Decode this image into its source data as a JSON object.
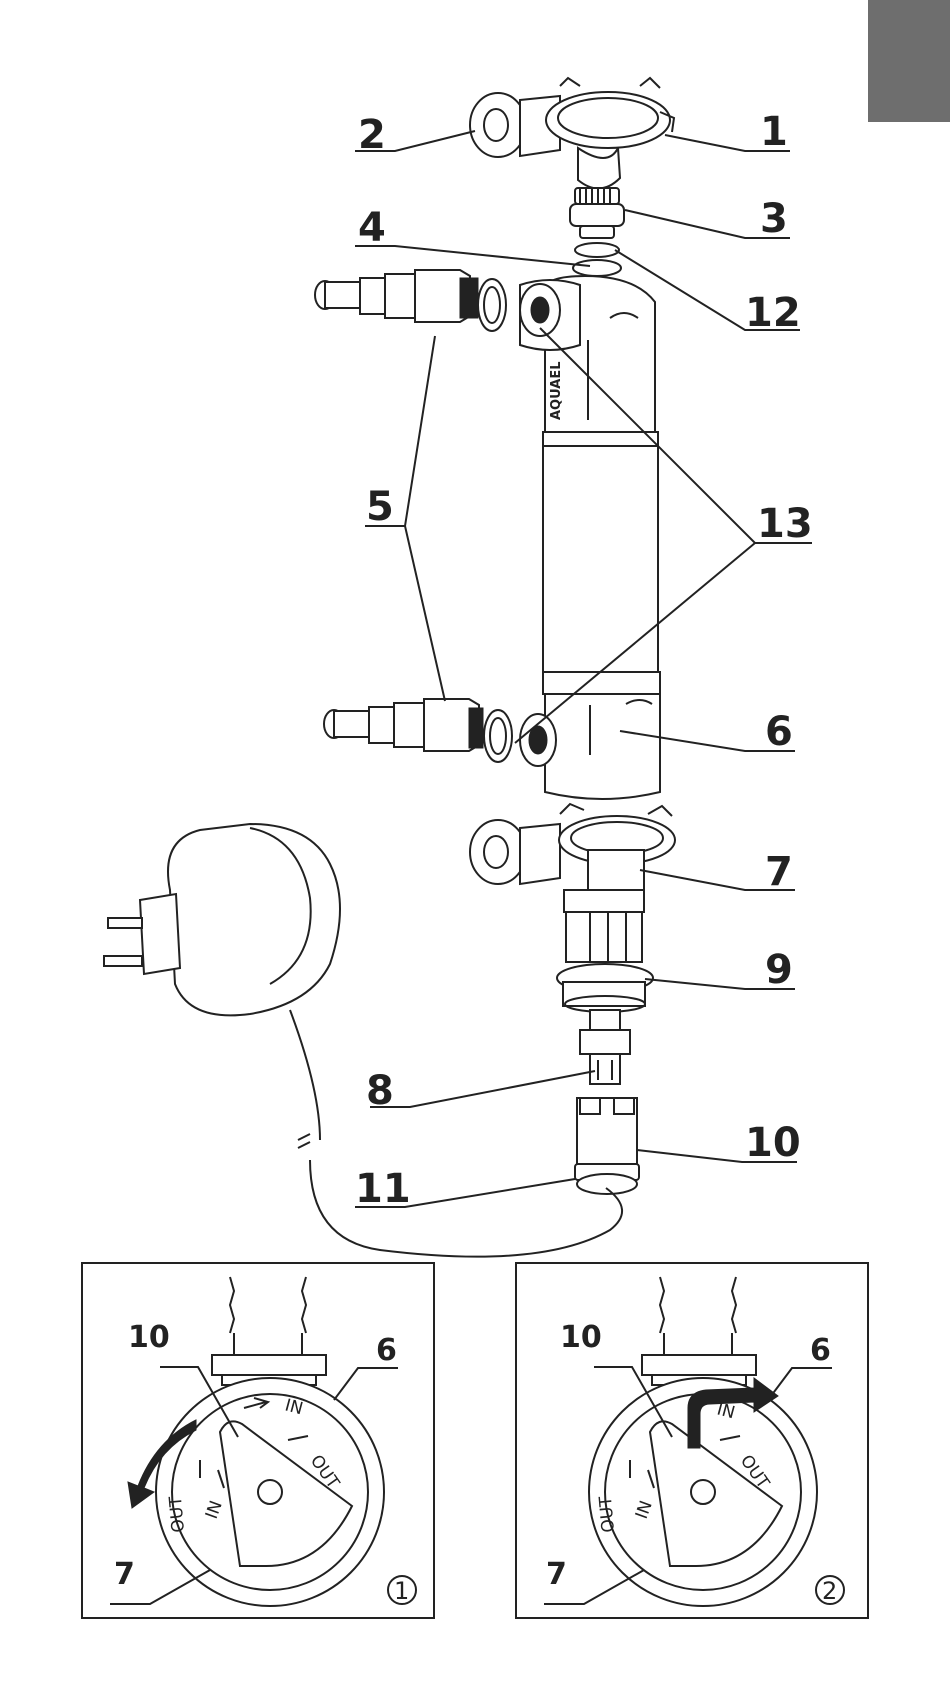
{
  "page_tab": {
    "color": "#6e6e6e"
  },
  "parts": {
    "p1": "1",
    "p2": "2",
    "p3": "3",
    "p4": "4",
    "p5": "5",
    "p6": "6",
    "p7": "7",
    "p8": "8",
    "p9": "9",
    "p10": "10",
    "p11": "11",
    "p12": "12",
    "p13": "13"
  },
  "brand": "AQUAEL",
  "details": [
    {
      "labels": {
        "a": "10",
        "b": "6",
        "c": "7"
      },
      "in": "IN",
      "out": "OUT",
      "in2": "IN",
      "out2": "OUT",
      "step": "1"
    },
    {
      "labels": {
        "a": "10",
        "b": "6",
        "c": "7"
      },
      "in": "IN",
      "out": "OUT",
      "in2": "IN",
      "out2": "OUT",
      "step": "2"
    }
  ]
}
